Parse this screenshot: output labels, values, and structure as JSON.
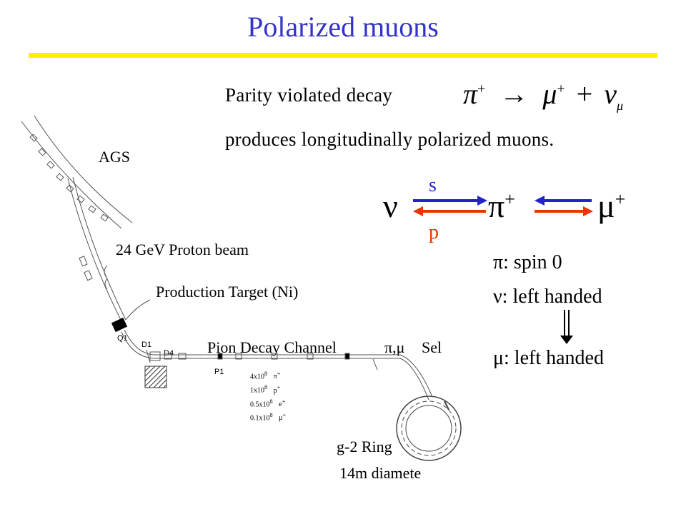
{
  "slide": {
    "title": "Polarized muons",
    "accent_color": "#ffee00",
    "title_color": "#3333cc"
  },
  "text": {
    "line1": "Parity violated decay",
    "line2": "produces longitudinally polarized muons.",
    "equation": {
      "pion": "π",
      "pion_charge": "+",
      "arrow": "→",
      "muon": "μ",
      "muon_charge": "+",
      "plus": "+",
      "neutrino": "ν",
      "neutrino_sub": "μ"
    }
  },
  "spin_diagram": {
    "neutrino": "ν",
    "pion": "π",
    "pion_charge": "+",
    "muon": "μ",
    "muon_charge": "+",
    "spin_label": "s",
    "momentum_label": "p",
    "spin_color": "#2222cc",
    "momentum_color": "#ee3300"
  },
  "properties": {
    "pion": "π: spin 0",
    "neutrino": "ν: left handed",
    "muon": "μ: left handed"
  },
  "beamline": {
    "ags": "AGS",
    "proton_beam": "24 GeV Proton beam",
    "target": "Production Target (Ni)",
    "decay_channel": "Pion Decay Channel",
    "pi_mu": "π,μ",
    "sel": "Sel",
    "q1": "Q1",
    "d1": "D1",
    "d4": "D4",
    "p1": "P1",
    "ring": "g-2 Ring",
    "diameter": "14m diamete",
    "flux_values": [
      "4x10",
      "1x10",
      "0.5x10",
      "0.1x10"
    ],
    "flux_exp": [
      "8",
      "8",
      "8",
      "8"
    ],
    "flux_particles": [
      "π",
      "p",
      "e",
      "μ"
    ],
    "flux_charges": [
      "+",
      "+",
      "+",
      "+"
    ]
  }
}
